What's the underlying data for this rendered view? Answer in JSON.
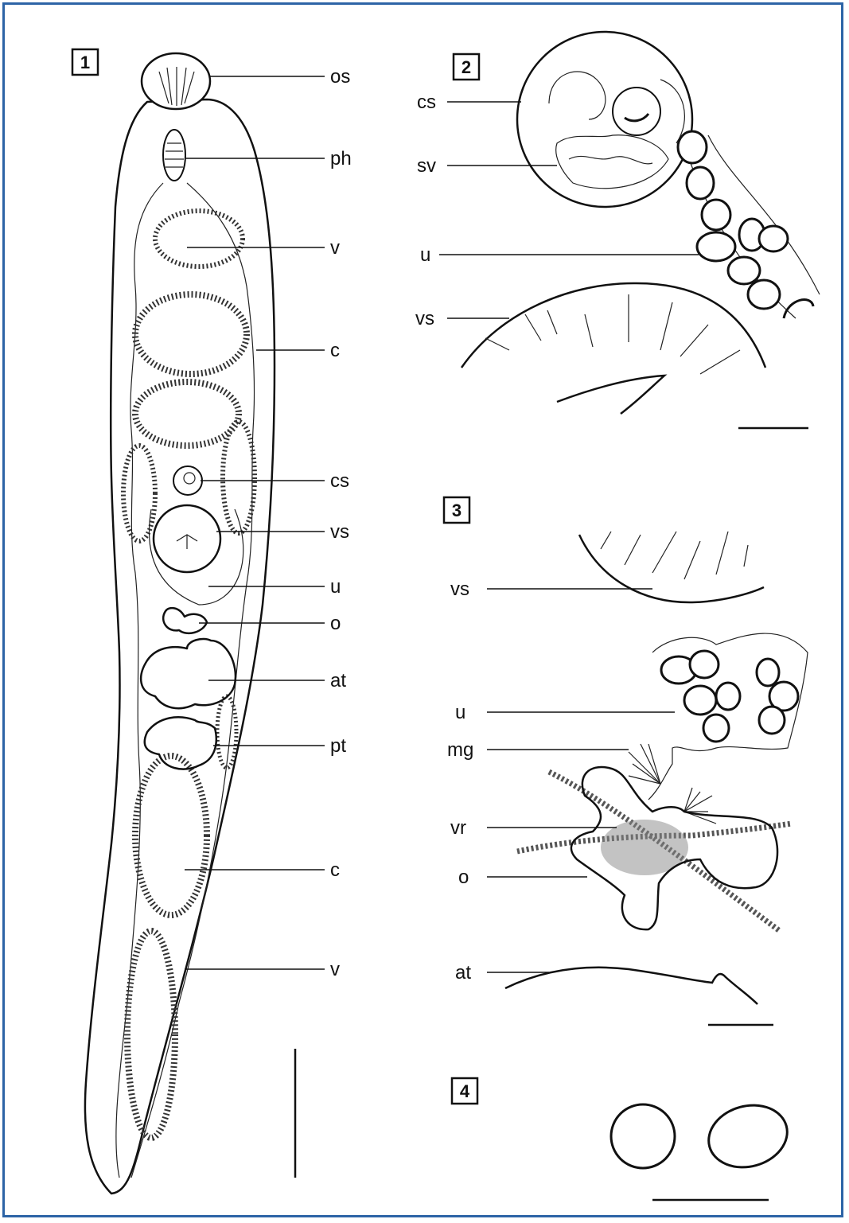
{
  "figure": {
    "panels": [
      {
        "number": "1",
        "labels": [
          "os",
          "ph",
          "v",
          "c",
          "cs",
          "vs",
          "u",
          "o",
          "at",
          "pt",
          "c",
          "v"
        ]
      },
      {
        "number": "2",
        "labels": [
          "cs",
          "sv",
          "u",
          "vs"
        ]
      },
      {
        "number": "3",
        "labels": [
          "vs",
          "u",
          "mg",
          "vr",
          "o",
          "at"
        ]
      },
      {
        "number": "4",
        "labels": []
      }
    ],
    "frame_color": "#2d64a6",
    "ink_color": "#111111"
  }
}
